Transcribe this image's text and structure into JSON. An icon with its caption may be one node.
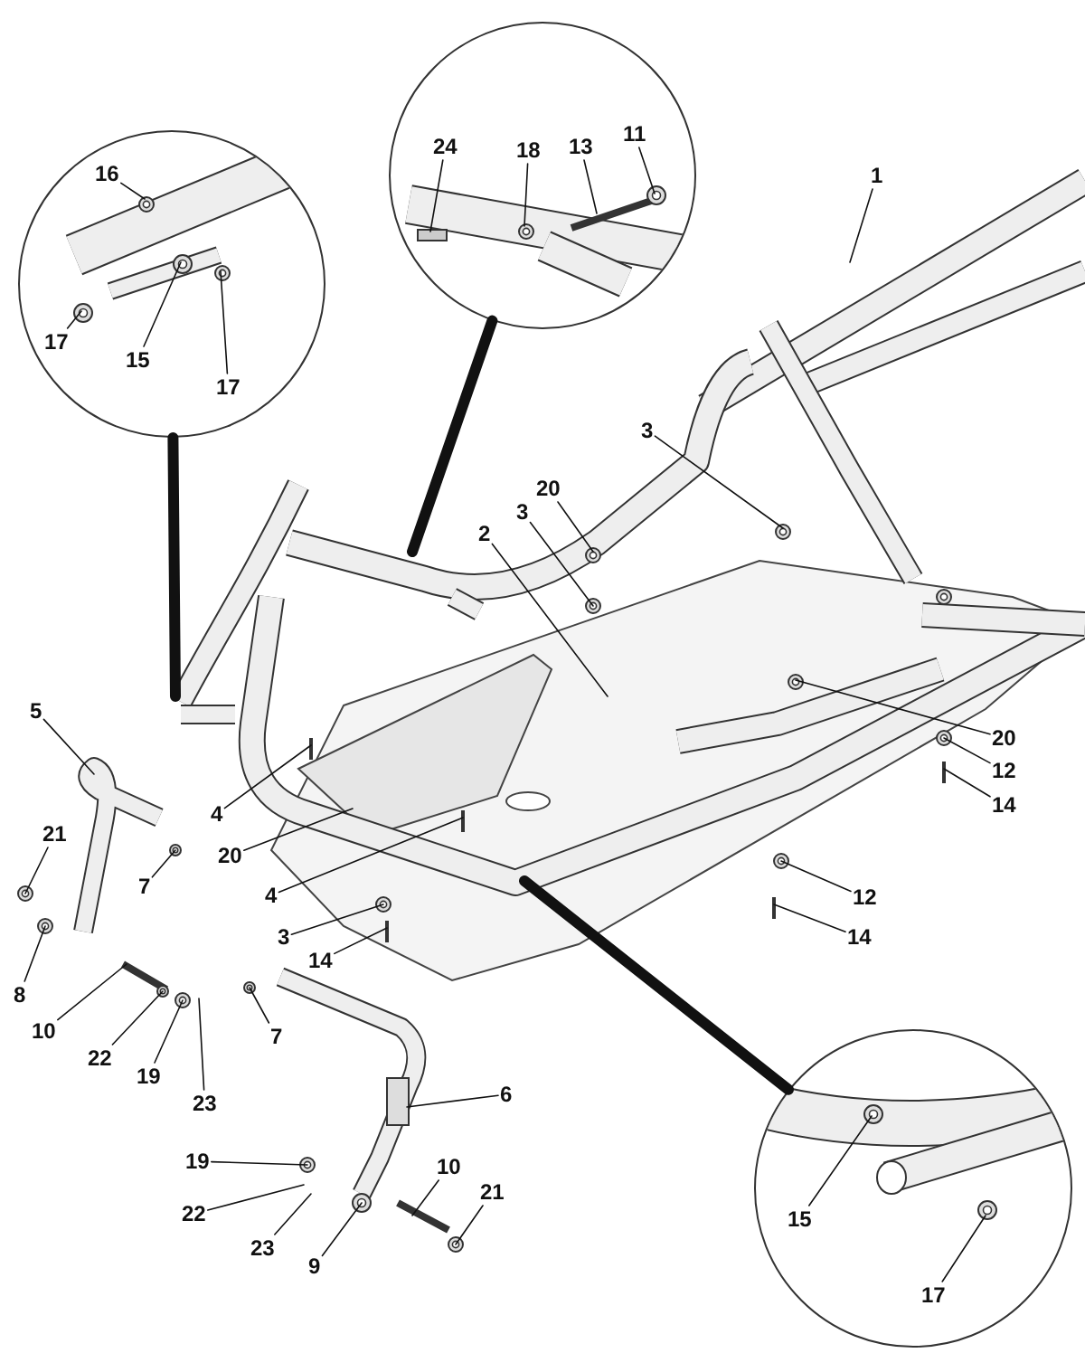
{
  "diagram": {
    "nodes": [
      {
        "text": [],
        "shape": "circle"
      },
      {
        "text": [
          "16"
        ],
        "in": 0
      },
      {
        "text": [
          "17"
        ],
        "in": 0
      },
      {
        "text": [
          "15"
        ],
        "in": 0
      },
      {
        "text": [
          "17"
        ],
        "in": 0
      },
      {
        "text": [],
        "shape": "circle"
      },
      {
        "text": [
          "24"
        ],
        "in": 5
      },
      {
        "text": [
          "18"
        ],
        "in": 5
      },
      {
        "text": [
          "13"
        ],
        "in": 5
      },
      {
        "text": [
          "11"
        ],
        "in": 5
      },
      {
        "text": [
          "1"
        ]
      },
      {
        "text": [
          "3"
        ]
      },
      {
        "text": [
          "20"
        ]
      },
      {
        "text": [
          "3"
        ]
      },
      {
        "text": [
          "2"
        ]
      },
      {
        "text": [
          "5"
        ]
      },
      {
        "text": [
          "20"
        ]
      },
      {
        "text": [
          "12"
        ]
      },
      {
        "text": [
          "14"
        ]
      },
      {
        "text": [
          "4"
        ]
      },
      {
        "text": [
          "21"
        ]
      },
      {
        "text": [
          "20"
        ]
      },
      {
        "text": [
          "7"
        ]
      },
      {
        "text": [
          "4"
        ]
      },
      {
        "text": [
          "12"
        ]
      },
      {
        "text": [
          "14"
        ]
      },
      {
        "text": [
          "3"
        ]
      },
      {
        "text": [
          "14"
        ]
      },
      {
        "text": [
          "8"
        ]
      },
      {
        "text": [
          "10"
        ]
      },
      {
        "text": [
          "22"
        ]
      },
      {
        "text": [
          "19"
        ]
      },
      {
        "text": [
          "23"
        ]
      },
      {
        "text": [
          "7"
        ]
      },
      {
        "text": [
          "6"
        ]
      },
      {
        "text": [
          "19"
        ]
      },
      {
        "text": [
          "22"
        ]
      },
      {
        "text": [
          "23"
        ]
      },
      {
        "text": [
          "9"
        ]
      },
      {
        "text": [
          "10"
        ]
      },
      {
        "text": [
          "21"
        ]
      },
      {
        "text": [],
        "shape": "circle"
      },
      {
        "text": [
          "15"
        ],
        "in": 41
      },
      {
        "text": [
          "17"
        ],
        "in": 41
      }
    ],
    "edges": [
      {
        "from": 1,
        "to": null,
        "arrow": "none"
      },
      {
        "from": 2,
        "to": null,
        "arrow": "none"
      },
      {
        "from": 3,
        "to": null,
        "arrow": "none"
      },
      {
        "from": 4,
        "to": null,
        "arrow": "none"
      },
      {
        "from": 6,
        "to": null,
        "arrow": "none"
      },
      {
        "from": 7,
        "to": null,
        "arrow": "none"
      },
      {
        "from": 8,
        "to": null,
        "arrow": "none"
      },
      {
        "from": 9,
        "to": null,
        "arrow": "none"
      },
      {
        "from": 10,
        "to": null,
        "arrow": "none"
      },
      {
        "from": 11,
        "to": null,
        "arrow": "none"
      },
      {
        "from": 12,
        "to": null,
        "arrow": "none"
      },
      {
        "from": 13,
        "to": null,
        "arrow": "none"
      },
      {
        "from": 14,
        "to": null,
        "arrow": "none"
      },
      {
        "from": 15,
        "to": null,
        "arrow": "none"
      },
      {
        "from": 16,
        "to": null,
        "arrow": "none"
      },
      {
        "from": 17,
        "to": null,
        "arrow": "none"
      },
      {
        "from": 18,
        "to": null,
        "arrow": "none"
      },
      {
        "from": 19,
        "to": null,
        "arrow": "none"
      },
      {
        "from": 20,
        "to": null,
        "arrow": "none"
      },
      {
        "from": 21,
        "to": null,
        "arrow": "none"
      },
      {
        "from": 22,
        "to": null,
        "arrow": "none"
      },
      {
        "from": 23,
        "to": null,
        "arrow": "none"
      },
      {
        "from": 24,
        "to": null,
        "arrow": "none"
      },
      {
        "from": 25,
        "to": null,
        "arrow": "none"
      },
      {
        "from": 26,
        "to": null,
        "arrow": "none"
      },
      {
        "from": 27,
        "to": null,
        "arrow": "none"
      },
      {
        "from": 28,
        "to": null,
        "arrow": "none"
      },
      {
        "from": 29,
        "to": null,
        "arrow": "none"
      },
      {
        "from": 30,
        "to": null,
        "arrow": "none"
      },
      {
        "from": 31,
        "to": null,
        "arrow": "none"
      },
      {
        "from": 32,
        "to": null,
        "arrow": "none"
      },
      {
        "from": 33,
        "to": null,
        "arrow": "none"
      },
      {
        "from": 34,
        "to": null,
        "arrow": "none"
      },
      {
        "from": 35,
        "to": null,
        "arrow": "none"
      },
      {
        "from": 36,
        "to": null,
        "arrow": "none"
      },
      {
        "from": 37,
        "to": null,
        "arrow": "none"
      },
      {
        "from": 38,
        "to": null,
        "arrow": "none"
      },
      {
        "from": 39,
        "to": null,
        "arrow": "none"
      },
      {
        "from": 40,
        "to": null,
        "arrow": "none"
      },
      {
        "from": 42,
        "to": null,
        "arrow": "none"
      },
      {
        "from": 43,
        "to": null,
        "arrow": "none"
      },
      {
        "from": 0,
        "to": null,
        "arrow": "none",
        "style": "thick"
      },
      {
        "from": 5,
        "to": null,
        "arrow": "none",
        "style": "thick"
      },
      {
        "from": 41,
        "to": null,
        "arrow": "none",
        "style": "thick"
      }
    ]
  }
}
